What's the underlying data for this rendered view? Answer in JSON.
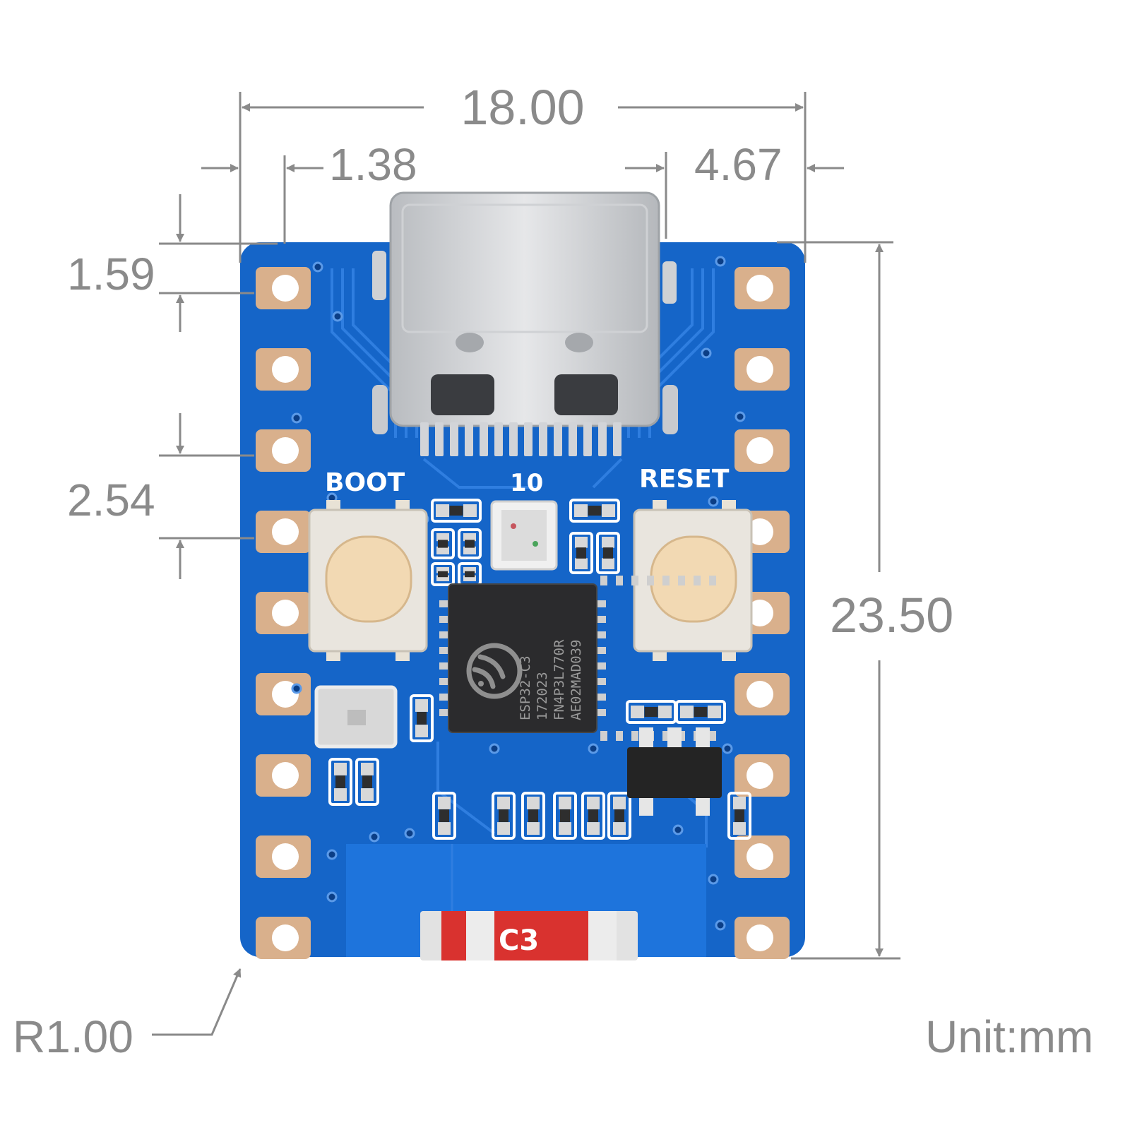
{
  "dimensions": {
    "width_total": "18.00",
    "left_offset": "1.38",
    "right_offset": "4.67",
    "top_pad": "1.59",
    "pitch": "2.54",
    "height_total": "23.50",
    "corner_radius": "R1.00",
    "unit": "Unit:mm"
  },
  "board": {
    "boot_label": "BOOT",
    "led_label": "10",
    "reset_label": "RESET",
    "antenna_mark": "C3",
    "pins_per_side": 9
  },
  "chip": {
    "lines": [
      "ESP32-C3",
      "172023",
      "FN4P3L770R",
      "AE02MAD039"
    ]
  },
  "colors": {
    "pcb_blue": "#1565c8",
    "trace_blue": "#2f7ee0",
    "copper": "#d9b08c",
    "dimension_gray": "#8a8a8a"
  }
}
